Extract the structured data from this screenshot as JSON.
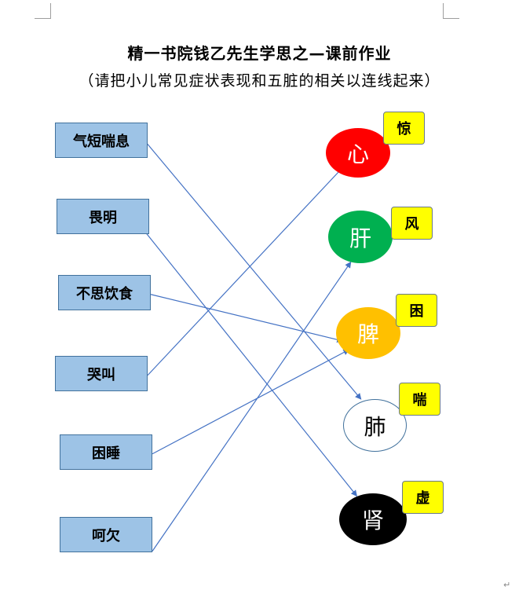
{
  "title": "精一书院钱乙先生学思之—课前作业",
  "subtitle": "（请把小儿常见症状表现和五脏的相关以连线起来）",
  "symptoms": [
    "气短喘息",
    "畏明",
    "不思饮食",
    "哭叫",
    "困睡",
    "呵欠"
  ],
  "organs": [
    {
      "label": "心",
      "tag": "惊",
      "fill": "#ff0000",
      "text_color": "#ffffff"
    },
    {
      "label": "肝",
      "tag": "风",
      "fill": "#00b050",
      "text_color": "#ffffff"
    },
    {
      "label": "脾",
      "tag": "困",
      "fill": "#ffc000",
      "text_color": "#ffffff"
    },
    {
      "label": "肺",
      "tag": "喘",
      "fill": "#ffffff",
      "text_color": "#000000"
    },
    {
      "label": "肾",
      "tag": "虚",
      "fill": "#000000",
      "text_color": "#ffffff"
    }
  ],
  "connections": [
    {
      "symptom": "气短喘息",
      "organ": "肺"
    },
    {
      "symptom": "畏明",
      "organ": "肾"
    },
    {
      "symptom": "不思饮食",
      "organ": "脾"
    },
    {
      "symptom": "哭叫",
      "organ": "心"
    },
    {
      "symptom": "困睡",
      "organ": "脾"
    },
    {
      "symptom": "呵欠",
      "organ": "肝"
    }
  ],
  "colors": {
    "symptom_box": "#9dc3e6",
    "symptom_border": "#41719c",
    "tag_fill": "#ffff00",
    "line": "#4472c4"
  }
}
